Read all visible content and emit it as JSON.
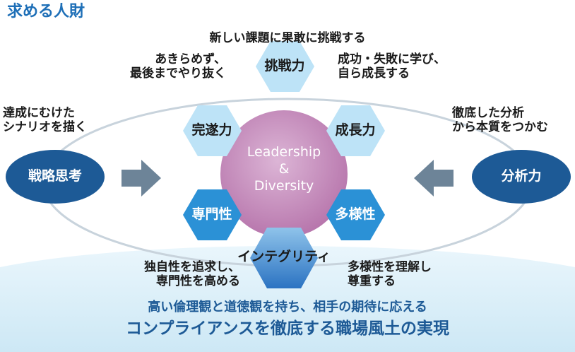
{
  "title": "求める人財",
  "center": {
    "line1": "Leadership",
    "line2": "&",
    "line3": "Diversity"
  },
  "hexes": {
    "top": "挑戦力",
    "upper_left": "完遂力",
    "upper_right": "成長力",
    "lower_left": "専門性",
    "lower_right": "多様性",
    "bottom": "インテグリティ"
  },
  "captions": {
    "top": "新しい課題に果敢に挑戦する",
    "upper_left": [
      "あきらめず、",
      "最後までやり抜く"
    ],
    "upper_right": [
      "成功・失敗に学び、",
      "自ら成長する"
    ],
    "left": [
      "達成にむけた",
      "シナリオを描く"
    ],
    "right": [
      "徹底した分析",
      "から本質をつかむ"
    ],
    "lower_left": [
      "独自性を追求し、",
      "専門性を高める"
    ],
    "lower_right": [
      "多様性を理解し",
      "尊重する"
    ]
  },
  "sides": {
    "left": "戦略思考",
    "right": "分析力"
  },
  "foundation": {
    "line1": "高い倫理観と道徳観を持ち、相手の期待に応える",
    "line2": "コンプライアンスを徹底する職場風土の実現"
  },
  "colors": {
    "title": "#1e6fb7",
    "hex_light": "#bde3f7",
    "hex_blue": "#2b91d6",
    "center": "#c489bd",
    "side_ellipse": "#1d5a96",
    "foundation_text": "#1d5a96",
    "arrow": "#6d8498"
  }
}
